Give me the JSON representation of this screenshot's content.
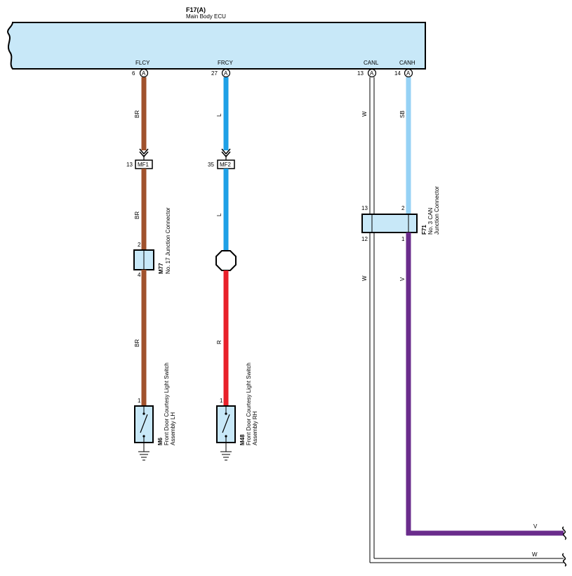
{
  "ecu": {
    "id": "F17(A)",
    "name": "Main Body ECU",
    "pins": [
      {
        "signal": "FLCY",
        "number": "6",
        "connector": "A"
      },
      {
        "signal": "FRCY",
        "number": "27",
        "connector": "A"
      },
      {
        "signal": "CANL",
        "number": "13",
        "connector": "A"
      },
      {
        "signal": "CANH",
        "number": "14",
        "connector": "A"
      }
    ]
  },
  "wires": {
    "flcy_upper": "BR",
    "flcy_mid": "BR",
    "flcy_lower": "BR",
    "frcy_upper": "L",
    "frcy_mid": "L",
    "frcy_lower": "R",
    "canl_upper": "W",
    "canh_upper": "SB",
    "canl_lower": "W",
    "canh_lower": "V",
    "bottom_v": "V",
    "bottom_w": "W"
  },
  "inline_connectors": [
    {
      "pin": "13",
      "label": "MF1"
    },
    {
      "pin": "35",
      "label": "MF2"
    }
  ],
  "m77": {
    "id": "M77",
    "name": "No. 17 Junction Connector",
    "pin_top": "2",
    "pin_bottom": "4"
  },
  "f71": {
    "id": "F71",
    "name_line1": "No. 3 CAN",
    "name_line2": "Junction Connector",
    "pin_top_left": "13",
    "pin_top_right": "2",
    "pin_bottom_left": "12",
    "pin_bottom_right": "1"
  },
  "switches": [
    {
      "id": "M6",
      "line1": "Front Door Courtesy Light Switch",
      "line2": "Assembly LH",
      "pin": "1"
    },
    {
      "id": "M48",
      "line1": "Front Door Courtesy Light Switch",
      "line2": "Assembly RH",
      "pin": "1"
    }
  ],
  "colors": {
    "ecu_fill": "#c8e8f8",
    "brown": "#a0522d",
    "blue": "#1ea0e6",
    "light_blue": "#96d2f5",
    "red": "#e8202a",
    "violet": "#6a2c8c",
    "black": "#000000"
  }
}
